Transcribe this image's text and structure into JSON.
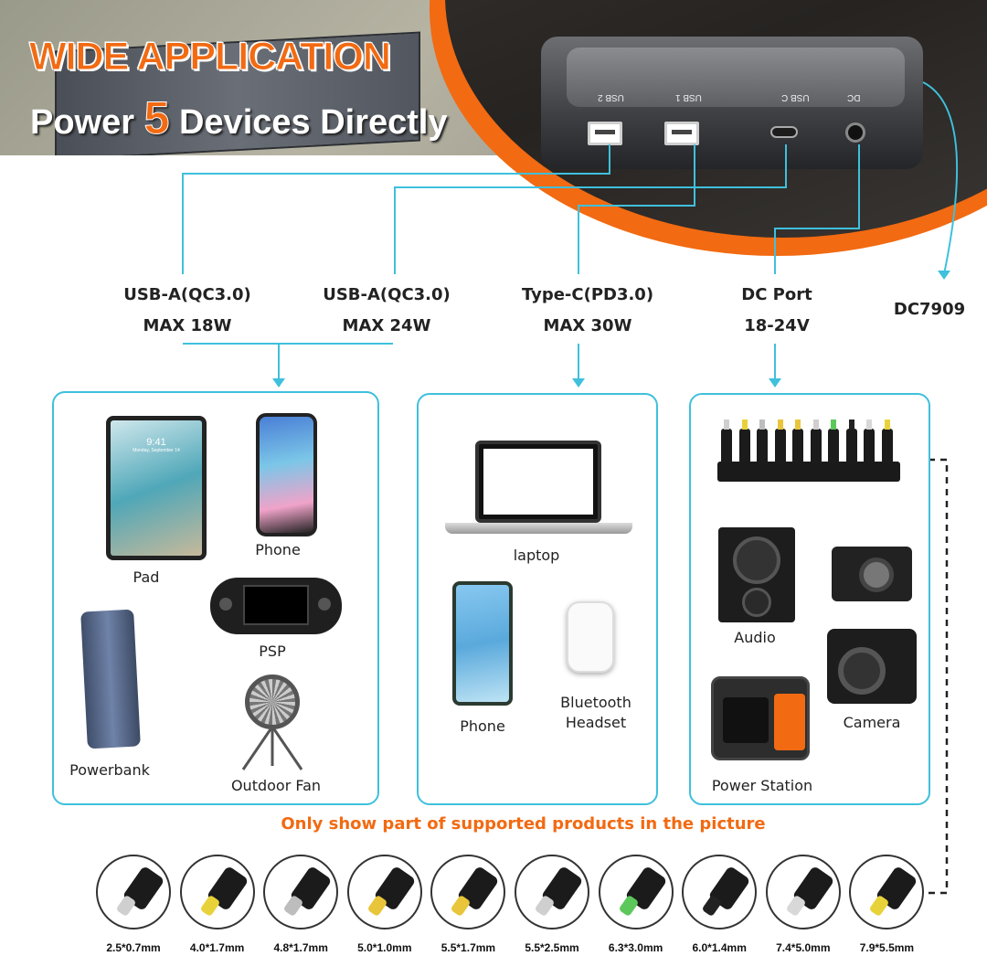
{
  "header": {
    "title_line1": "WIDE APPLICATION",
    "title_line2_prefix": "Power",
    "title_line2_number": "5",
    "title_line2_suffix": "Devices Directly"
  },
  "port_labels": {
    "usb2": "USB 2",
    "usb1": "USB 1",
    "usbc": "USB C",
    "dc": "DC"
  },
  "specs": [
    {
      "line1": "USB-A(QC3.0)",
      "line2": "MAX 18W"
    },
    {
      "line1": "USB-A(QC3.0)",
      "line2": "MAX 24W"
    },
    {
      "line1": "Type-C(PD3.0)",
      "line2": "MAX 30W"
    },
    {
      "line1": "DC Port",
      "line2": "18-24V"
    },
    {
      "line1": "DC7909",
      "line2": ""
    }
  ],
  "usb_card": {
    "devices": [
      "Pad",
      "Phone",
      "PSP",
      "Powerbank",
      "Outdoor Fan"
    ]
  },
  "typec_card": {
    "devices": [
      "laptop",
      "Phone",
      "Bluetooth",
      "Headset"
    ]
  },
  "dc_card": {
    "devices": [
      "Audio",
      "Camera",
      "Power Station"
    ]
  },
  "tablet_time": "9:41",
  "tablet_date": "Monday, September 14",
  "note": "Only show part of supported products in the picture",
  "tips": [
    "2.5*0.7mm",
    "4.0*1.7mm",
    "4.8*1.7mm",
    "5.0*1.0mm",
    "5.5*1.7mm",
    "5.5*2.5mm",
    "6.3*3.0mm",
    "6.0*1.4mm",
    "7.4*5.0mm",
    "7.9*5.5mm"
  ],
  "tip_colors": [
    "#cfcfcf",
    "#e8d23a",
    "#bdbdbd",
    "#e8c53a",
    "#e8c53a",
    "#cfcfcf",
    "#5cc75a",
    "#222222",
    "#d8d8d8",
    "#e8d23a"
  ],
  "colors": {
    "accent": "#f26a12",
    "line": "#3fc0dc"
  }
}
